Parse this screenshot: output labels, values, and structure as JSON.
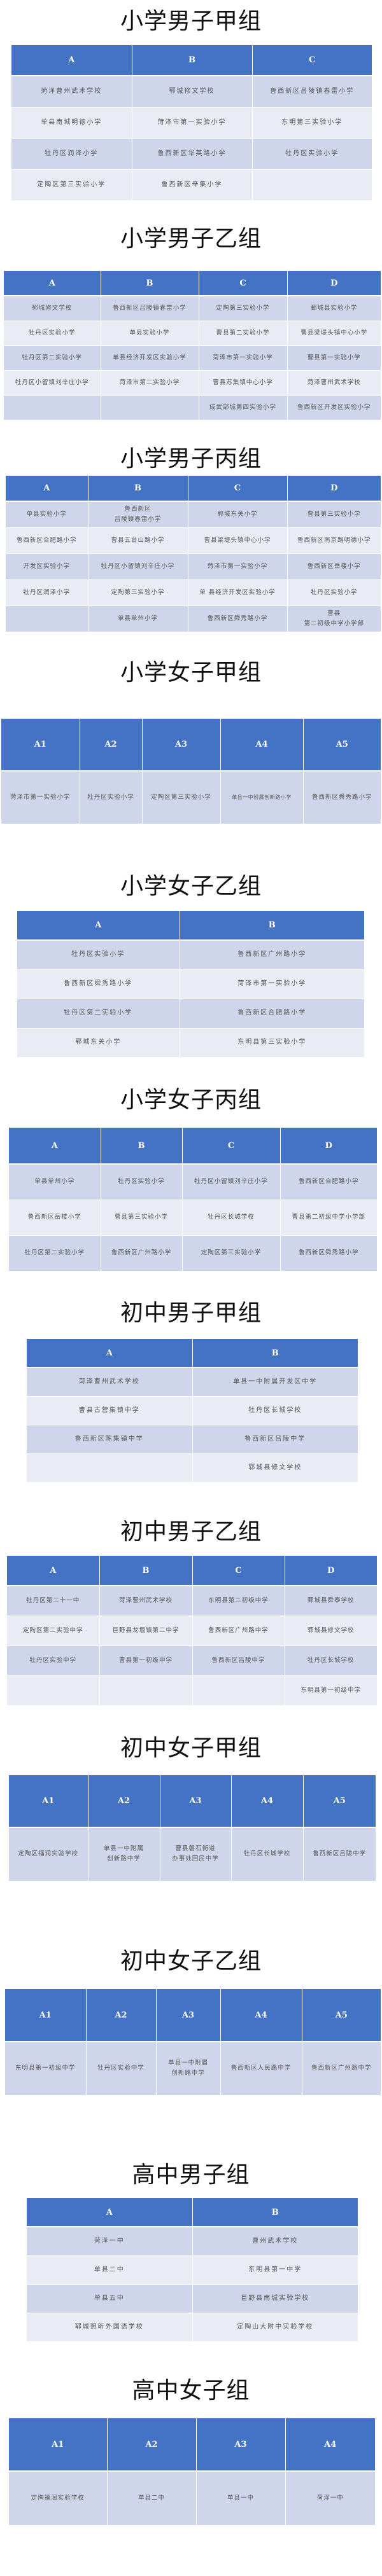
{
  "colors": {
    "header_bg": "#4472C4",
    "row_odd_bg": "#CFD5EA",
    "row_even_bg": "#E9EBF5",
    "header_text": "#FFFFFF",
    "cell_text": "#555555"
  },
  "groups": [
    {
      "title": "小学男子甲组",
      "headers": [
        "A",
        "B",
        "C"
      ],
      "rows": [
        [
          "菏泽曹州武术学校",
          "郓城修文学校",
          "鲁西新区吕陵镇春雷小学"
        ],
        [
          "单县南城明德小学",
          "菏泽市第一实验小学",
          "东明第三实验小学"
        ],
        [
          "牡丹区润泽小学",
          "鲁西新区华英路小学",
          "牡丹区实验小学"
        ],
        [
          "定陶区第三实验小学",
          "鲁西新区辛集小学",
          ""
        ]
      ]
    },
    {
      "title": "小学男子乙组",
      "headers": [
        "A",
        "B",
        "C",
        "D"
      ],
      "rows": [
        [
          "郓城修文学校",
          "鲁西新区吕陵镇春雷小学",
          "定陶第三实验小学",
          "鄄城县实验小学"
        ],
        [
          "牡丹区实验小学",
          "单县实验小学",
          "曹县第二实验小学",
          "曹县梁堤头镇中心小学"
        ],
        [
          "牡丹区第二实验小学",
          "单县经济开发区实验小学",
          "菏泽市第一实验小学",
          "曹县第一实验小学"
        ],
        [
          "牡丹区小留镇刘辛庄小学",
          "菏泽市第二实验小学",
          "曹县苏集镇中心小学",
          "菏泽曹州武术学校"
        ],
        [
          "",
          "",
          "成武郜城第四实验小学",
          "鲁西新区开发区实验小学"
        ]
      ]
    },
    {
      "title": "小学男子丙组",
      "headers": [
        "A",
        "B",
        "C",
        "D"
      ],
      "rows": [
        [
          "单县实验小学",
          "鲁西新区\n吕陵镇春雷小学",
          "郓城东关小学",
          "曹县第三实验小学"
        ],
        [
          "鲁西新区合肥路小学",
          "曹县五台山路小学",
          "曹县梁堤头镇中心小学",
          "鲁西新区南京路明德小学"
        ],
        [
          "开发区实验小学",
          "牡丹区小留镇刘辛庄小学",
          "菏泽市第一实验小学",
          "鲁西新区岳楼小学"
        ],
        [
          "牡丹区润泽小学",
          "定陶第三实验小学",
          "单 县经济开发区实验小学",
          "牡丹区实验小学"
        ],
        [
          "",
          "单县单州小学",
          "鲁西新区舜秀路小学",
          "曹县\n第二初级中学小学部"
        ]
      ]
    },
    {
      "title": "小学女子甲组",
      "headers": [
        "A1",
        "A2",
        "A3",
        "A4",
        "A5"
      ],
      "rows": [
        [
          "菏泽市第一实验小学",
          "牡丹区实验小学",
          "定陶区第三实验小学",
          "单县一中附属创新路小学",
          "鲁西新区舜秀路小学"
        ]
      ]
    },
    {
      "title": "小学女子乙组",
      "headers": [
        "A",
        "B"
      ],
      "rows": [
        [
          "牡丹区实验小学",
          "鲁西新区广州路小学"
        ],
        [
          "鲁西新区舜秀路小学",
          "菏泽市第一实验小学"
        ],
        [
          "牡丹区第二实验小学",
          "鲁西新区合肥路小学"
        ],
        [
          "郓城东关小学",
          "东明县第三实验小学"
        ]
      ]
    },
    {
      "title": "小学女子丙组",
      "headers": [
        "A",
        "B",
        "C",
        "D"
      ],
      "rows": [
        [
          "单县单州小学",
          "牡丹区实验小学",
          "牡丹区小留镇刘辛庄小学",
          "鲁西新区合肥路小学"
        ],
        [
          "鲁西新区岳楼小学",
          "曹县第三实验小学",
          "牡丹区长城学校",
          "曹县第二初级中学小学部"
        ],
        [
          "牡丹区第二实验小学",
          "鲁西新区广州路小学",
          "定陶区第三实验小学",
          "鲁西新区舜秀路小学"
        ]
      ]
    },
    {
      "title": "初中男子甲组",
      "headers": [
        "A",
        "B"
      ],
      "rows": [
        [
          "菏泽曹州武术学校",
          "单县一中附属开发区中学"
        ],
        [
          "曹县古营集镇中学",
          "牡丹区长城学校"
        ],
        [
          "鲁西新区陈集镇中学",
          "鲁西新区吕陵中学"
        ],
        [
          "",
          "郓城县修文学校"
        ]
      ]
    },
    {
      "title": "初中男子乙组",
      "headers": [
        "A",
        "B",
        "C",
        "D"
      ],
      "rows": [
        [
          "牡丹区第二十一中",
          "菏泽曹州武术学校",
          "东明县第二初级中学",
          "鄄城县舜泰学校"
        ],
        [
          "定陶区第二实验中学",
          "巨野县龙堌镇第二中学",
          "鲁西新区广州路中学",
          "郓城县修文学校"
        ],
        [
          "牡丹区实验中学",
          "曹县第一初级中学",
          "鲁西新区吕陵中学",
          "牡丹区长城学校"
        ],
        [
          "",
          "",
          "",
          "东明县第一初级中学"
        ]
      ]
    },
    {
      "title": "初中女子甲组",
      "headers": [
        "A1",
        "A2",
        "A3",
        "A4",
        "A5"
      ],
      "rows": [
        [
          "定陶区福润实验学校",
          "单县一中附属\n创新路中学",
          "曹县磐石街道\n办事处回民中学",
          "牡丹区长城学校",
          "鲁西新区吕陵中学"
        ]
      ]
    },
    {
      "title": "初中女子乙组",
      "headers": [
        "A1",
        "A2",
        "A3",
        "A4",
        "A5"
      ],
      "rows": [
        [
          "东明县第一初级中学",
          "牡丹区实验中学",
          "单县一中附属\n创新路中学",
          "鲁西新区人民路中学",
          "鲁西新区广州路中学"
        ]
      ]
    },
    {
      "title": "高中男子组",
      "headers": [
        "A",
        "B"
      ],
      "rows": [
        [
          "菏泽一中",
          "曹州武术学校"
        ],
        [
          "单县二中",
          "东明县第一中学"
        ],
        [
          "单县五中",
          "巨野县南城实验学校"
        ],
        [
          "郓城照昕外国语学校",
          "定陶山大附中实验学校"
        ]
      ]
    },
    {
      "title": "高中女子组",
      "headers": [
        "A1",
        "A2",
        "A3",
        "A4"
      ],
      "rows": [
        [
          "定陶福润实验学校",
          "单县二中",
          "单县一中",
          "菏泽一中"
        ]
      ]
    }
  ]
}
